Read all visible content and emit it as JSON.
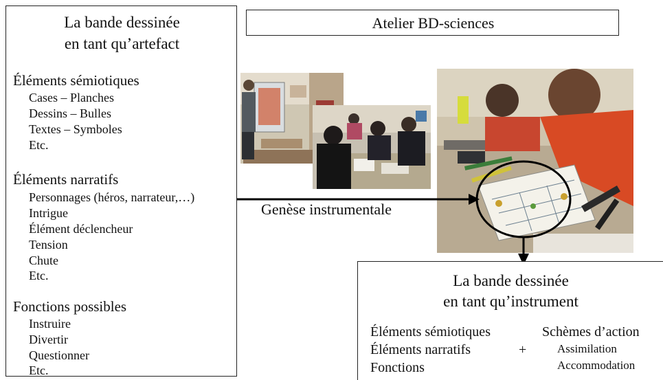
{
  "left_panel": {
    "title_line1": "La bande dessinée",
    "title_line2": "en tant qu’artefact",
    "sections": [
      {
        "heading": "Éléments sémiotiques",
        "items": [
          "Cases – Planches",
          "Dessins – Bulles",
          "Textes – Symboles",
          "Etc."
        ]
      },
      {
        "heading": "Éléments narratifs",
        "items": [
          "Personnages (héros, narrateur,…)",
          "Intrigue",
          "Élément déclencheur",
          "Tension",
          "Chute",
          "Etc."
        ]
      },
      {
        "heading": "Fonctions possibles",
        "items": [
          "Instruire",
          "Divertir",
          "Questionner",
          "Etc."
        ]
      }
    ]
  },
  "workshop": {
    "label": "Atelier BD-sciences"
  },
  "arrow": {
    "label": "Genèse instrumentale"
  },
  "right_panel": {
    "title_line1": "La bande dessinée",
    "title_line2": "en tant qu’instrument",
    "left_items": [
      "Éléments sémiotiques",
      "Éléments narratifs",
      "Fonctions"
    ],
    "plus": "+",
    "schemes_heading": "Schèmes d’action",
    "schemes_items": [
      "Assimilation",
      "Accommodation"
    ]
  },
  "colors": {
    "border": "#222222",
    "arrow": "#000000",
    "text": "#111111"
  }
}
